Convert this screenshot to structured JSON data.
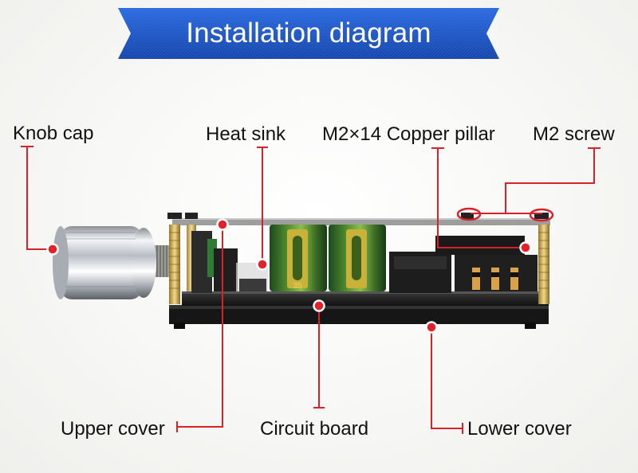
{
  "title": "Installation diagram",
  "labels": {
    "knob_cap": "Knob cap",
    "heat_sink": "Heat sink",
    "copper_pillar": "M2×14 Copper pillar",
    "m2_screw": "M2 screw",
    "upper_cover": "Upper cover",
    "circuit_board": "Circuit board",
    "lower_cover": "Lower cover"
  },
  "capacitor_marking": "35",
  "colors": {
    "banner_blue": "#1a56c4",
    "leader_red": "#d8222a",
    "marker_red": "#e4202a"
  }
}
